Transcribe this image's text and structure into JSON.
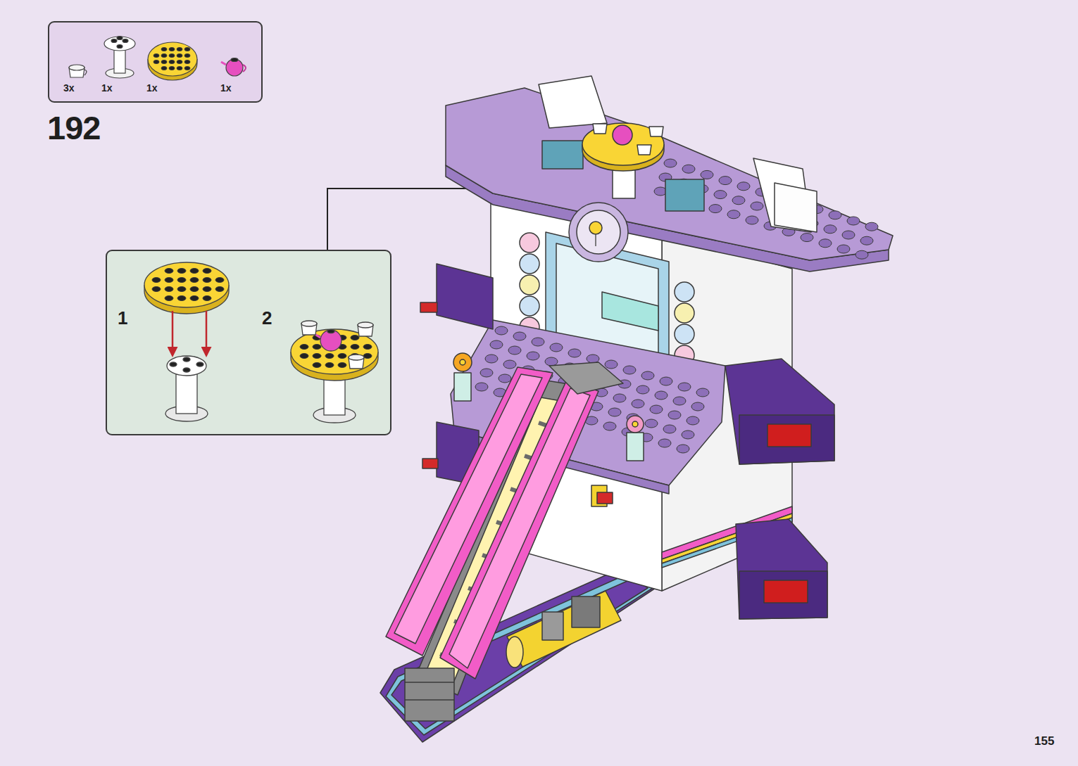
{
  "diagram": {
    "nodes": [
      {
        "text": [
          "3x",
          "1x",
          "1x",
          "1x"
        ]
      },
      {
        "text": [
          "1",
          "2"
        ]
      }
    ],
    "labels": [
      "192",
      "155"
    ]
  }
}
